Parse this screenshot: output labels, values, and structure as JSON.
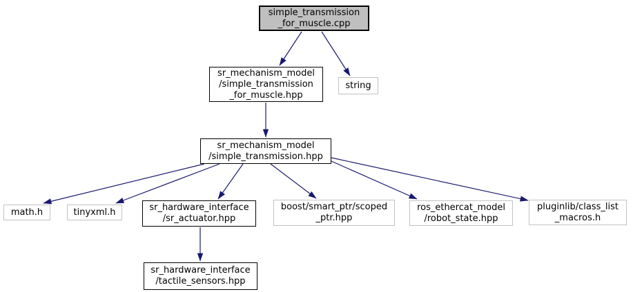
{
  "diagram": {
    "kind": "include-dependency-graph",
    "root_file": "simple_transmission_for_muscle.cpp"
  },
  "colors": {
    "edge": "#191970",
    "main_node_fill": "#bfbfbf",
    "node_fill": "#ffffff",
    "internal_node_border": "#000000",
    "external_node_border": "#c2c2c2",
    "text": "#000000",
    "background": "#ffffff"
  },
  "nodes": [
    {
      "id": "cpp",
      "kind": "main",
      "label": "simple_transmission\n_for_muscle.cpp"
    },
    {
      "id": "hpp_muscle",
      "kind": "internal",
      "label": "sr_mechanism_model\n/simple_transmission\n_for_muscle.hpp"
    },
    {
      "id": "string",
      "kind": "external",
      "label": "string"
    },
    {
      "id": "st_hpp",
      "kind": "internal",
      "label": "sr_mechanism_model\n/simple_transmission.hpp"
    },
    {
      "id": "math",
      "kind": "external",
      "label": "math.h"
    },
    {
      "id": "tinyxml",
      "kind": "external",
      "label": "tinyxml.h"
    },
    {
      "id": "actuator",
      "kind": "internal",
      "label": "sr_hardware_interface\n/sr_actuator.hpp"
    },
    {
      "id": "boost",
      "kind": "external",
      "label": "boost/smart_ptr/scoped\n_ptr.hpp"
    },
    {
      "id": "ros",
      "kind": "external",
      "label": "ros_ethercat_model\n/robot_state.hpp"
    },
    {
      "id": "pluginlib",
      "kind": "external",
      "label": "pluginlib/class_list\n_macros.h"
    },
    {
      "id": "tactile",
      "kind": "internal",
      "label": "sr_hardware_interface\n/tactile_sensors.hpp"
    }
  ],
  "edges": [
    {
      "from": "cpp",
      "to": "hpp_muscle"
    },
    {
      "from": "cpp",
      "to": "string"
    },
    {
      "from": "hpp_muscle",
      "to": "st_hpp"
    },
    {
      "from": "st_hpp",
      "to": "math"
    },
    {
      "from": "st_hpp",
      "to": "tinyxml"
    },
    {
      "from": "st_hpp",
      "to": "actuator"
    },
    {
      "from": "st_hpp",
      "to": "boost"
    },
    {
      "from": "st_hpp",
      "to": "ros"
    },
    {
      "from": "st_hpp",
      "to": "pluginlib"
    },
    {
      "from": "actuator",
      "to": "tactile"
    }
  ]
}
